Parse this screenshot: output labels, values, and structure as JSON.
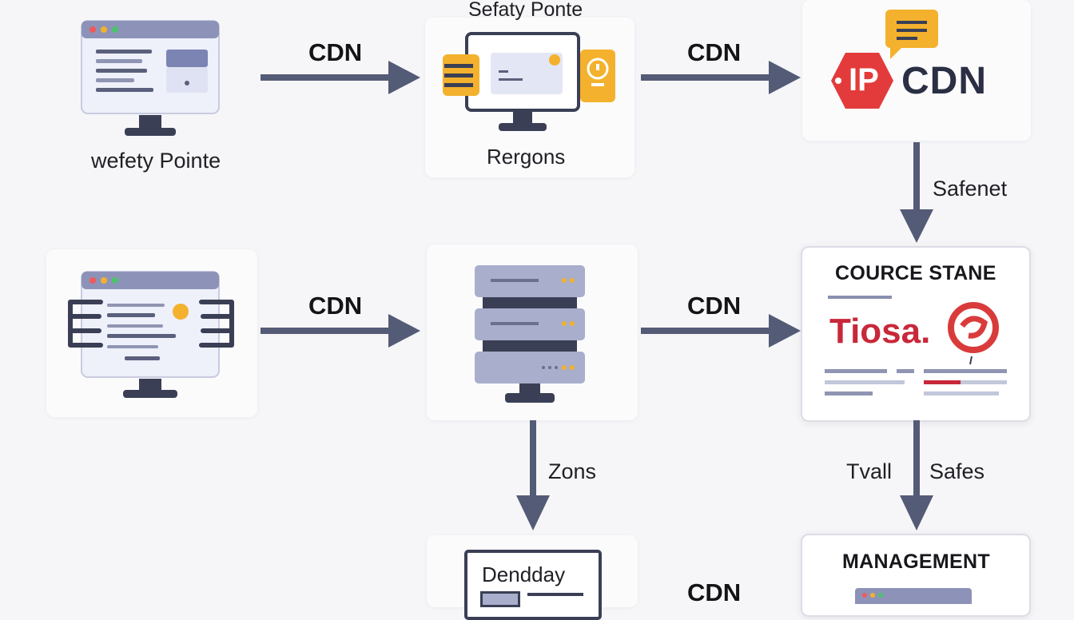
{
  "nodes": {
    "top_left_caption": "wefety Pointe",
    "top_mid_title": "Sefaty Ponte",
    "top_mid_caption": "Rergons",
    "ip_badge": "IP",
    "ip_cdn_text": "CDN",
    "source_title": "COURCE STANE",
    "source_brand": "Tiosa.",
    "dashboard_title": "Dendday",
    "management_title": "MANAGEMENT"
  },
  "edges": {
    "row1_first": "CDN",
    "row1_second": "CDN",
    "down_right_top": "Safenet",
    "row2_first": "CDN",
    "row2_second": "CDN",
    "down_mid": "Zons",
    "down_right_left": "Tvall",
    "down_right_right": "Safes",
    "row3": "CDN"
  },
  "colors": {
    "arrow": "#545b76",
    "monitor_frame": "#3a3f55",
    "screen_fill": "#eef0fa",
    "orange": "#f3b12d",
    "ip_red": "#e33b3b",
    "brand_red": "#c8283a",
    "server_fill": "#a8aecb"
  }
}
